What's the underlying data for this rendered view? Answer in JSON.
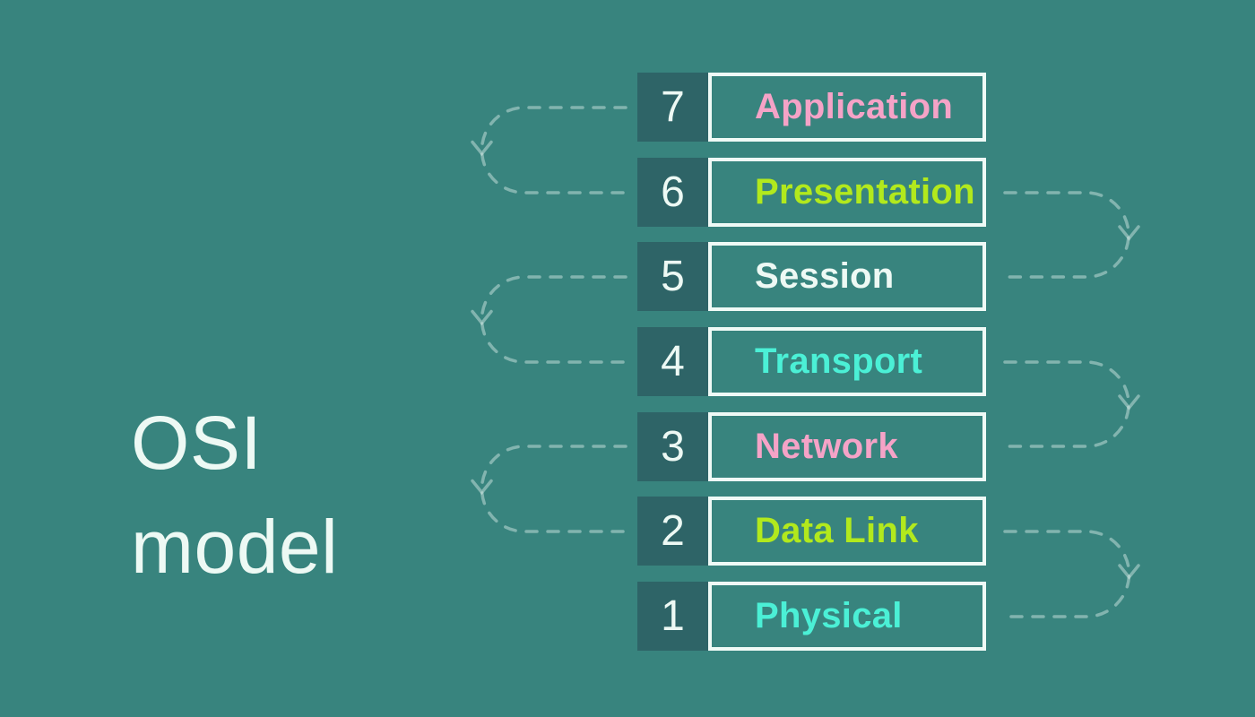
{
  "title": {
    "line1": "OSI",
    "line2": "model"
  },
  "theme": {
    "background": "#38847E",
    "number_box_color": "#2E6467",
    "box_border_color": "#EFFAF6",
    "title_color": "#EDF9F4",
    "number_color": "#EDF9F4",
    "arrow_color": "#E9F7F2",
    "pink": "#F5A3C7",
    "lime": "#B2E91D",
    "white": "#EDF9F4",
    "cyan": "#4BF0D6"
  },
  "layers": [
    {
      "number": "7",
      "name": "Application",
      "color": "#F5A3C7"
    },
    {
      "number": "6",
      "name": "Presentation",
      "color": "#B2E91D"
    },
    {
      "number": "5",
      "name": "Session",
      "color": "#EDF9F4"
    },
    {
      "number": "4",
      "name": "Transport",
      "color": "#4BF0D6"
    },
    {
      "number": "3",
      "name": "Network",
      "color": "#F5A3C7"
    },
    {
      "number": "2",
      "name": "Data Link",
      "color": "#B2E91D"
    },
    {
      "number": "1",
      "name": "Physical",
      "color": "#4BF0D6"
    }
  ],
  "connectors": [
    {
      "from": "7",
      "to": "6",
      "side": "left"
    },
    {
      "from": "6",
      "to": "5",
      "side": "right"
    },
    {
      "from": "5",
      "to": "4",
      "side": "left"
    },
    {
      "from": "4",
      "to": "3",
      "side": "right"
    },
    {
      "from": "3",
      "to": "2",
      "side": "left"
    },
    {
      "from": "2",
      "to": "1",
      "side": "right"
    }
  ]
}
